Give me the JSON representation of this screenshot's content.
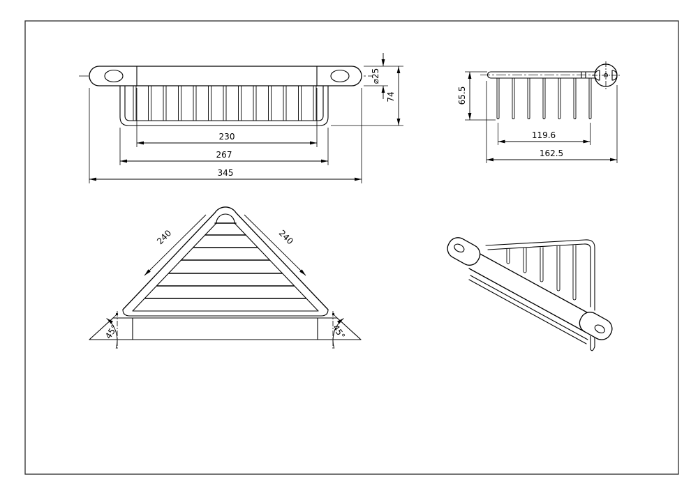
{
  "drawing": {
    "type": "technical-drawing",
    "subject": "corner-basket",
    "colors": {
      "line": "#000000",
      "background": "#ffffff"
    },
    "views": {
      "front": {
        "name": "front-view",
        "dims": {
          "wire_span": "230",
          "basket_width": "267",
          "total_width": "345",
          "bar_diameter": "⌀25",
          "height": "74"
        }
      },
      "side": {
        "name": "side-view",
        "dims": {
          "height": "65.5",
          "prong_span": "119.6",
          "depth": "162.5"
        }
      },
      "top": {
        "name": "top-view",
        "dims": {
          "side_left": "240",
          "side_right": "240",
          "angle_left": "45°",
          "angle_right": "45°"
        }
      },
      "isometric": {
        "name": "isometric-view"
      }
    }
  }
}
